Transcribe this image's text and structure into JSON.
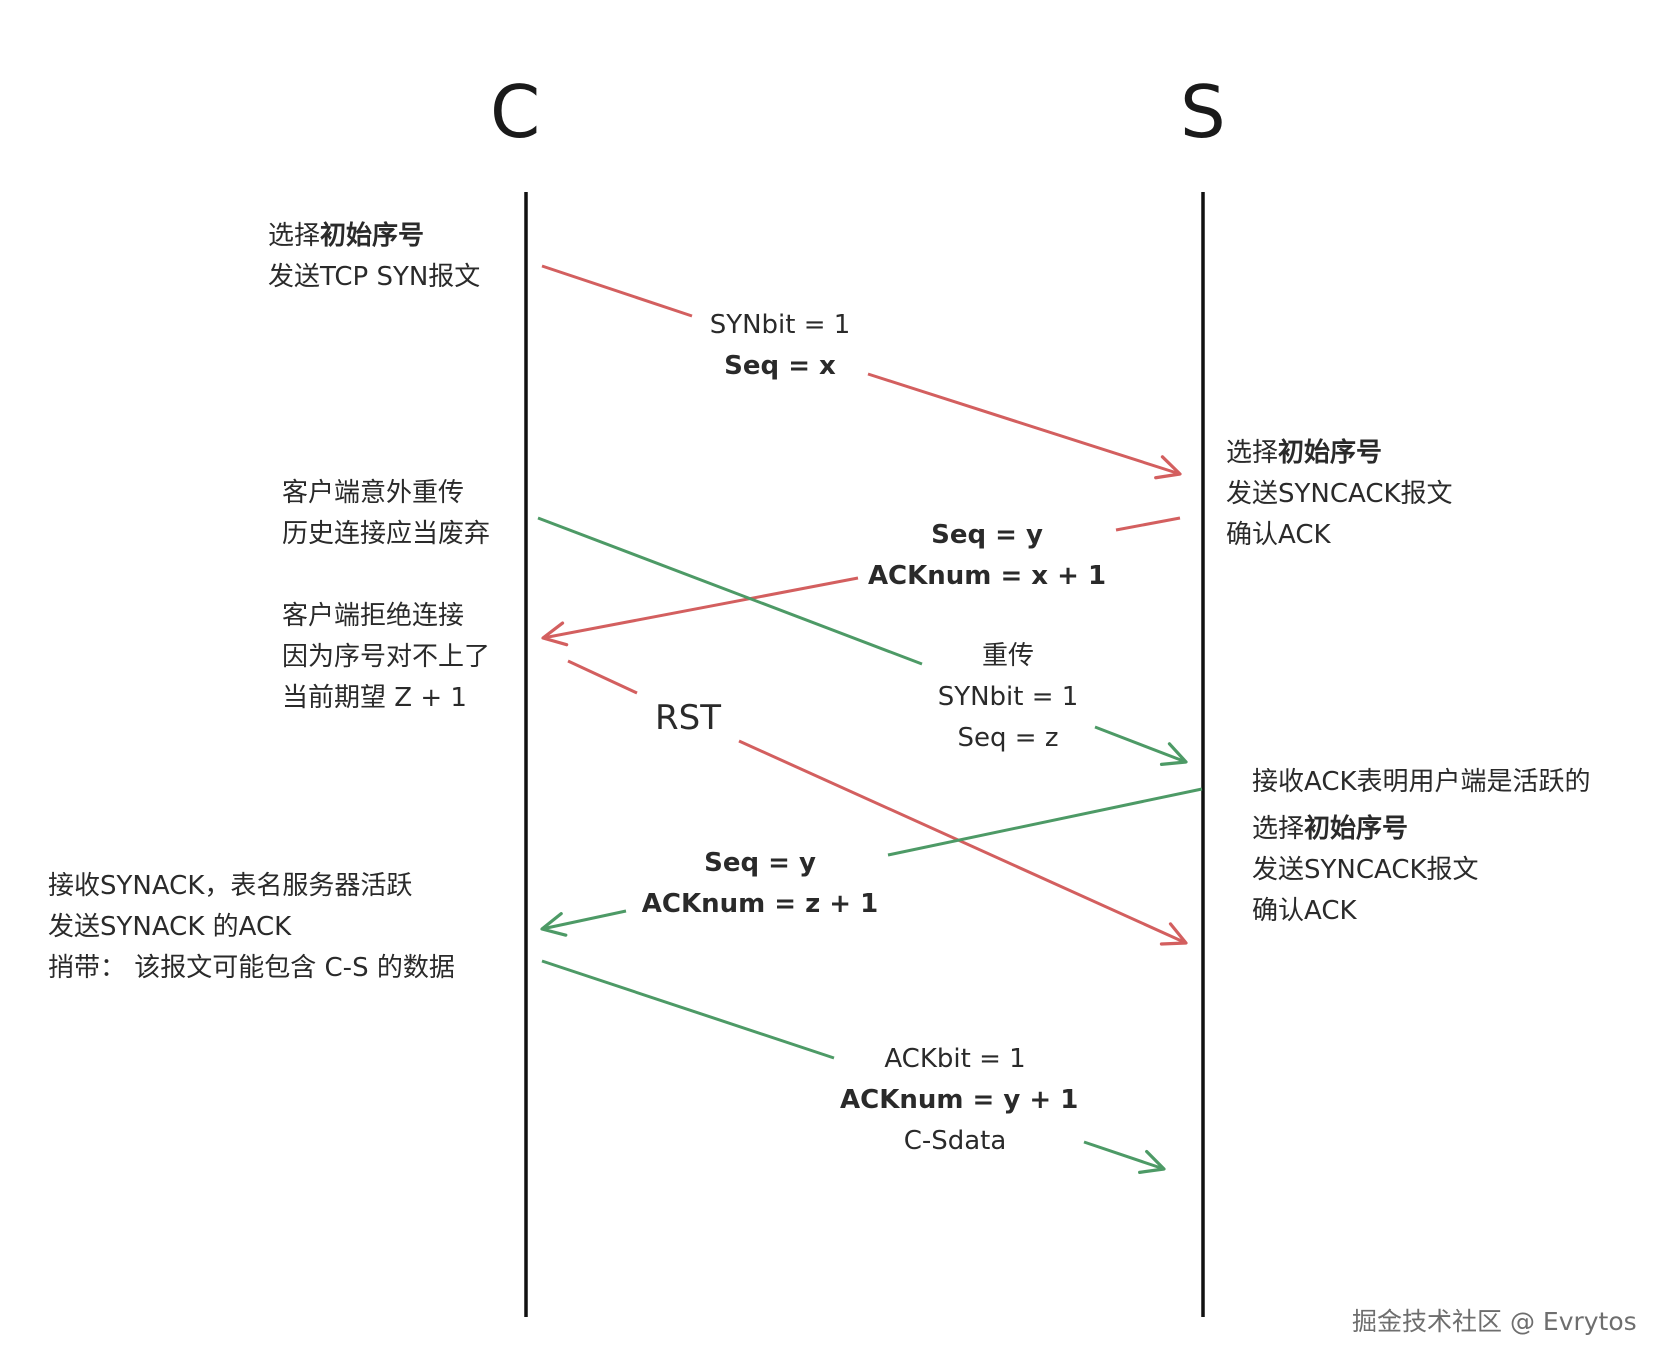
{
  "nodes": {
    "client": "C",
    "server": "S"
  },
  "colors": {
    "red": "#d35f5f",
    "green": "#4d9a66",
    "lifeline": "#111111"
  },
  "client_notes": {
    "choose_isn": {
      "prefix": "选择",
      "bold": "初始序号"
    },
    "send_syn": "发送TCP SYN报文",
    "accidental_retransmit": [
      "客户端意外重传",
      "历史连接应当废弃"
    ],
    "reject": [
      "客户端拒绝连接",
      "因为序号对不上了",
      "当前期望 Z + 1"
    ],
    "recv_synack": [
      "接收SYNACK，表名服务器活跃",
      "发送SYNACK 的ACK",
      "捎带：  该报文可能包含 C-S 的数据"
    ]
  },
  "server_notes": {
    "first": {
      "choose_isn": {
        "prefix": "选择",
        "bold": "初始序号"
      },
      "send_synack": "发送SYNCACK报文",
      "confirm_ack": "确认ACK"
    },
    "second": {
      "recv_ack": "接收ACK表明用户端是活跃的",
      "choose_isn": {
        "prefix": "选择",
        "bold": "初始序号"
      },
      "send_synack": "发送SYNCACK报文",
      "confirm_ack": "确认ACK"
    }
  },
  "messages": {
    "syn": {
      "line1": "SYNbit = 1",
      "line2": "Seq = x",
      "color": "red"
    },
    "synack_x": {
      "line1": "Seq = y",
      "line2": "ACKnum  =  x + 1",
      "color": "red"
    },
    "retransmit": {
      "line1": "重传",
      "line2": "SYNbit = 1",
      "line3": "Seq = z",
      "color": "green"
    },
    "rst": {
      "label": "RST",
      "color": "red"
    },
    "synack_z": {
      "line1": "Seq = y",
      "line2": "ACKnum  =  z + 1",
      "color": "green"
    },
    "ack": {
      "line1": "ACKbit = 1",
      "line2": "ACKnum  = y + 1",
      "line3": "C-Sdata",
      "color": "green"
    }
  },
  "watermark": "掘金技术社区 @ Evrytos"
}
